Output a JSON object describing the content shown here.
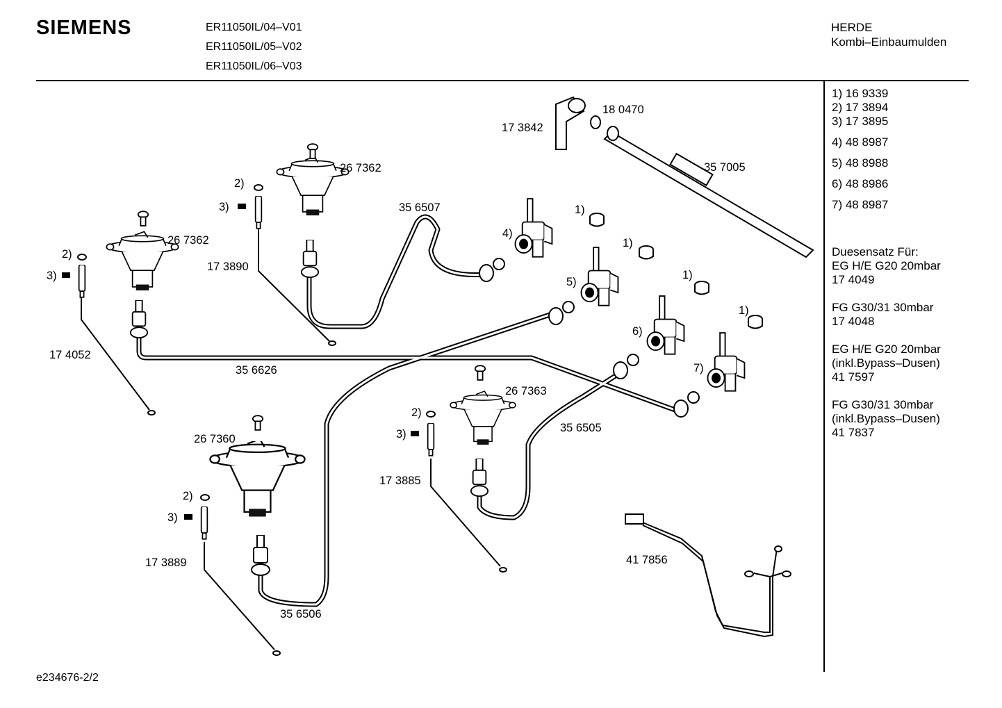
{
  "header": {
    "brand": "SIEMENS",
    "models": [
      "ER11050IL/04–V01",
      "ER11050IL/05–V02",
      "ER11050IL/06–V03"
    ],
    "category": "HERDE",
    "subcategory": "Kombi–Einbaumulden"
  },
  "legend": {
    "items": [
      "1)  16 9339",
      "2)  17 3894",
      "3)  17 3895",
      "4)  48 8987",
      "5)  48 8988",
      "6)  48 8986",
      "7)  48 8987"
    ],
    "nozzle_title": "Duesensatz Für:",
    "nozzle_sets": [
      [
        "EG H/E G20 20mbar",
        "17 4049"
      ],
      [
        "FG G30/31 30mbar",
        "17 4048"
      ],
      [
        "EG H/E G20 20mbar",
        "(inkl.Bypass–Dusen)",
        "41 7597"
      ],
      [
        "FG G30/31 30mbar",
        "(inkl.Bypass–Dusen)",
        "41 7837"
      ]
    ]
  },
  "parts": {
    "p173842": "17 3842",
    "p180470": "18 0470",
    "p357005": "35 7005",
    "p267362_a": "26 7362",
    "p267362_b": "26 7362",
    "p356507": "35 6507",
    "p173890": "17 3890",
    "p174052": "17 4052",
    "p356626": "35 6626",
    "p267363": "26 7363",
    "p356505": "35 6505",
    "p173885": "17 3885",
    "p267360": "26 7360",
    "p173889": "17 3889",
    "p356506": "35 6506",
    "p417856": "41 7856"
  },
  "refs": {
    "r1": "1)",
    "r2": "2)",
    "r3": "3)",
    "r4": "4)",
    "r5": "5)",
    "r6": "6)",
    "r7": "7)"
  },
  "footer": {
    "doc_id": "e234676-2/2"
  }
}
